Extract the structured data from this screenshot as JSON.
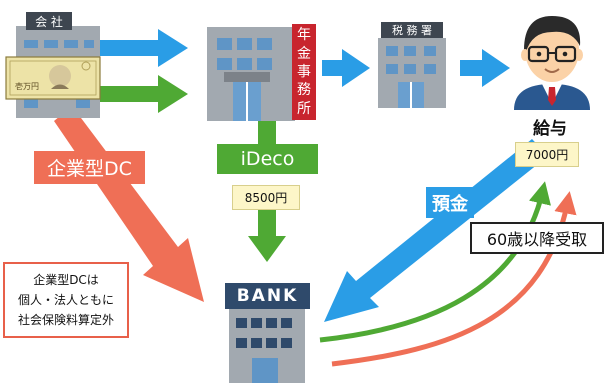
{
  "company_sign": "会 社",
  "bill_text": "壱万円",
  "pension_office_sign": [
    "年",
    "金",
    "事",
    "務",
    "所"
  ],
  "tax_office_sign": "税 務 署",
  "salary_label": "給与",
  "salary_amount": "7000円",
  "corporate_dc_label": "企業型DC",
  "ideco_label": "iDeco",
  "ideco_amount": "8500円",
  "deposit_label": "預金",
  "receive_label": "60歳以降受取",
  "note_lines": [
    "企業型DCは",
    "個人・法人ともに",
    "社会保険料算定外"
  ],
  "bank_sign": "BANK",
  "colors": {
    "blue": "#2a9de6",
    "green": "#4fa934",
    "red": "#ef6f56",
    "building_gray": "#a2a9b0",
    "window_blue": "#5f95c6",
    "sign_red": "#c8252e",
    "bank_navy": "#2f4a6b",
    "bill_yellow": "#ede3a7",
    "skin": "#fbd2a7"
  },
  "icons": [
    "company-building-icon",
    "pension-office-icon",
    "tax-office-icon",
    "businessman-icon",
    "bank-building-icon",
    "banknote-icon"
  ]
}
